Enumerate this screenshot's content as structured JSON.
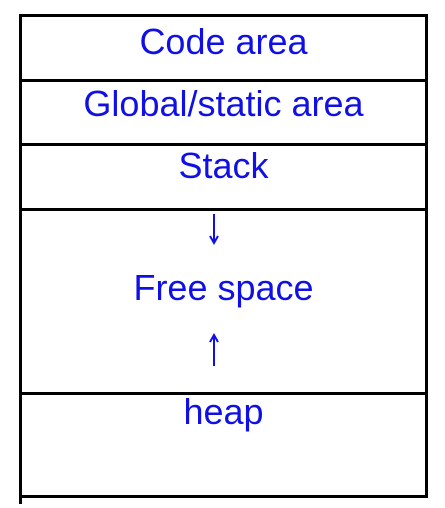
{
  "memory_layout": {
    "segments": [
      {
        "label": "Code area"
      },
      {
        "label": "Global/static area"
      },
      {
        "label": "Stack"
      },
      {
        "label": "Free space"
      },
      {
        "label": "heap"
      }
    ]
  },
  "colors": {
    "text": "#1010e6",
    "lines": "#000000"
  }
}
